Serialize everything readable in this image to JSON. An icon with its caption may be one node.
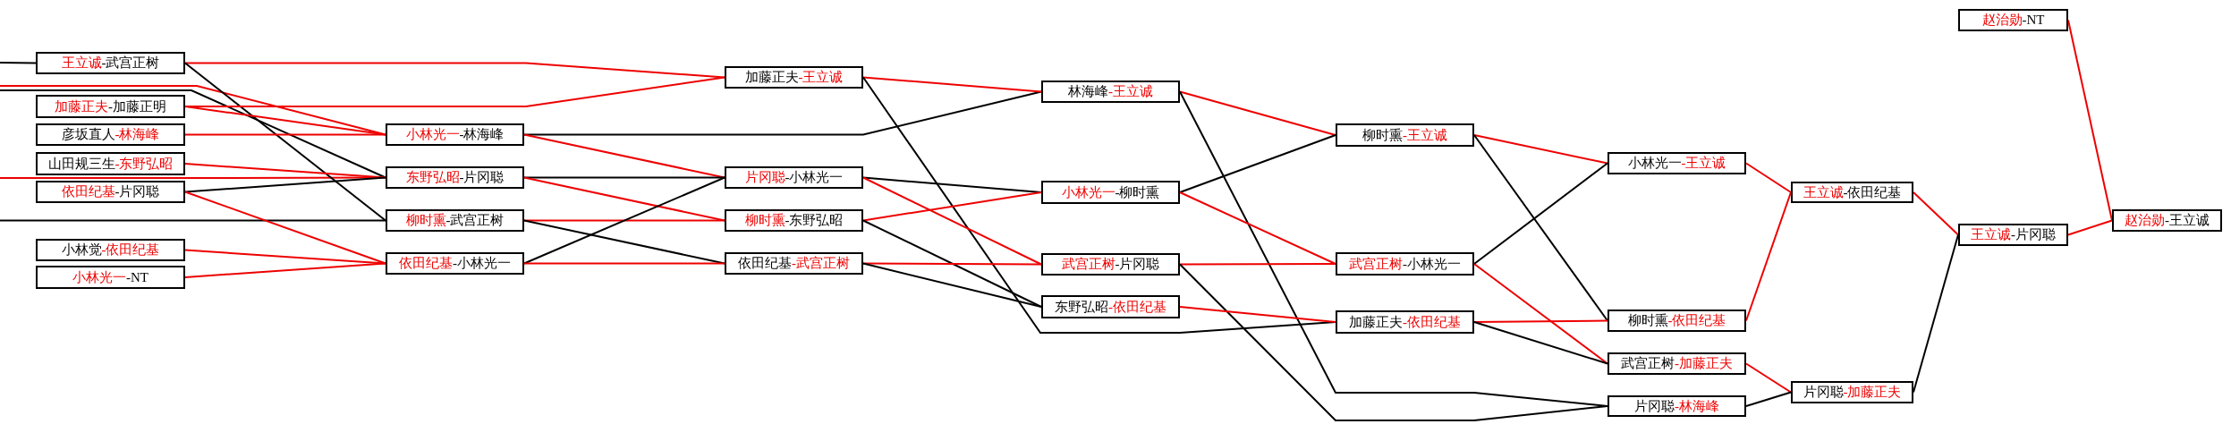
{
  "diagram": {
    "nodes": [
      {
        "text": [
          "王立诚",
          "-武宫正树"
        ]
      },
      {
        "text": [
          "加藤正夫",
          "-加藤正明"
        ]
      },
      {
        "text": [
          "彦坂直人",
          "-林海峰"
        ]
      },
      {
        "text": [
          "山田规三生",
          "-东野弘昭"
        ]
      },
      {
        "text": [
          "依田纪基",
          "-片冈聪"
        ]
      },
      {
        "text": [
          "小林觉",
          "-依田纪基"
        ]
      },
      {
        "text": [
          "小林光一",
          "-NT"
        ]
      },
      {
        "text": [
          "小林光一",
          "-林海峰"
        ]
      },
      {
        "text": [
          "东野弘昭",
          "-片冈聪"
        ]
      },
      {
        "text": [
          "柳时熏",
          "-武宫正树"
        ]
      },
      {
        "text": [
          "依田纪基",
          "-小林光一"
        ]
      },
      {
        "text": [
          "加藤正夫",
          "-王立诚"
        ]
      },
      {
        "text": [
          "片冈聪",
          "-小林光一"
        ]
      },
      {
        "text": [
          "柳时熏",
          "-东野弘昭"
        ]
      },
      {
        "text": [
          "依田纪基",
          "-武宫正树"
        ]
      },
      {
        "text": [
          "林海峰",
          "-王立诚"
        ]
      },
      {
        "text": [
          "小林光一",
          "-柳时熏"
        ]
      },
      {
        "text": [
          "武宫正树",
          "-片冈聪"
        ]
      },
      {
        "text": [
          "东野弘昭",
          "-依田纪基"
        ]
      },
      {
        "text": [
          "柳时熏",
          "-王立诚"
        ]
      },
      {
        "text": [
          "武宫正树",
          "-小林光一"
        ]
      },
      {
        "text": [
          "加藤正夫",
          "-依田纪基"
        ]
      },
      {
        "text": [
          "小林光一",
          "-王立诚"
        ]
      },
      {
        "text": [
          "柳时熏",
          "-依田纪基"
        ]
      },
      {
        "text": [
          "武宫正树",
          "-加藤正夫"
        ]
      },
      {
        "text": [
          "片冈聪",
          "-林海峰"
        ]
      },
      {
        "text": [
          "王立诚",
          "-依田纪基"
        ]
      },
      {
        "text": [
          "片冈聪",
          "-加藤正夫"
        ]
      },
      {
        "text": [
          "赵治勋",
          "-NT"
        ]
      },
      {
        "text": [
          "王立诚",
          "-片冈聪"
        ]
      },
      {
        "text": [
          "赵治勋",
          "-王立诚"
        ]
      }
    ],
    "edges": [
      {
        "from": null,
        "to": 0,
        "arrow": "none",
        "color": "#000000"
      },
      {
        "from": null,
        "to": 7,
        "arrow": "none"
      },
      {
        "from": null,
        "to": 8,
        "arrow": "none",
        "color": "#000000"
      },
      {
        "from": null,
        "to": 8,
        "arrow": "none"
      },
      {
        "from": null,
        "to": 9,
        "arrow": "none",
        "color": "#000000"
      },
      {
        "from": 0,
        "to": 11,
        "arrow": "none"
      },
      {
        "from": 0,
        "to": 9,
        "arrow": "none",
        "color": "#000000"
      },
      {
        "from": 1,
        "to": 11,
        "arrow": "none"
      },
      {
        "from": 1,
        "to": 7,
        "arrow": "none"
      },
      {
        "from": 2,
        "to": 7,
        "arrow": "none"
      },
      {
        "from": 3,
        "to": 8,
        "arrow": "none"
      },
      {
        "from": 4,
        "to": 8,
        "arrow": "none",
        "color": "#000000"
      },
      {
        "from": 4,
        "to": 10,
        "arrow": "none"
      },
      {
        "from": 5,
        "to": 10,
        "arrow": "none"
      },
      {
        "from": 6,
        "to": 10,
        "arrow": "none"
      },
      {
        "from": 7,
        "to": 15,
        "arrow": "none",
        "color": "#000000"
      },
      {
        "from": 7,
        "to": 12,
        "arrow": "none"
      },
      {
        "from": 8,
        "to": 12,
        "arrow": "none",
        "color": "#000000"
      },
      {
        "from": 8,
        "to": 13,
        "arrow": "none"
      },
      {
        "from": 9,
        "to": 13,
        "arrow": "none"
      },
      {
        "from": 9,
        "to": 14,
        "arrow": "none",
        "color": "#000000"
      },
      {
        "from": 10,
        "to": 12,
        "arrow": "none",
        "color": "#000000"
      },
      {
        "from": 10,
        "to": 14,
        "arrow": "none"
      },
      {
        "from": 11,
        "to": 15,
        "arrow": "none"
      },
      {
        "from": 11,
        "to": 21,
        "arrow": "none",
        "color": "#000000"
      },
      {
        "from": 12,
        "to": 16,
        "arrow": "none",
        "color": "#000000"
      },
      {
        "from": 12,
        "to": 17,
        "arrow": "none"
      },
      {
        "from": 13,
        "to": 16,
        "arrow": "none"
      },
      {
        "from": 13,
        "to": 18,
        "arrow": "none",
        "color": "#000000"
      },
      {
        "from": 14,
        "to": 17,
        "arrow": "none"
      },
      {
        "from": 14,
        "to": 18,
        "arrow": "none",
        "color": "#000000"
      },
      {
        "from": 15,
        "to": 19,
        "arrow": "none"
      },
      {
        "from": 15,
        "to": 25,
        "arrow": "none",
        "color": "#000000"
      },
      {
        "from": 16,
        "to": 19,
        "arrow": "none",
        "color": "#000000"
      },
      {
        "from": 16,
        "to": 20,
        "arrow": "none"
      },
      {
        "from": 17,
        "to": 20,
        "arrow": "none"
      },
      {
        "from": 17,
        "to": 25,
        "arrow": "none",
        "color": "#000000"
      },
      {
        "from": 18,
        "to": 21,
        "arrow": "none"
      },
      {
        "from": 19,
        "to": 22,
        "arrow": "none"
      },
      {
        "from": 19,
        "to": 23,
        "arrow": "none",
        "color": "#000000"
      },
      {
        "from": 20,
        "to": 22,
        "arrow": "none",
        "color": "#000000"
      },
      {
        "from": 20,
        "to": 24,
        "arrow": "none"
      },
      {
        "from": 21,
        "to": 23,
        "arrow": "none"
      },
      {
        "from": 21,
        "to": 24,
        "arrow": "none",
        "color": "#000000"
      },
      {
        "from": 22,
        "to": 26,
        "arrow": "none"
      },
      {
        "from": 23,
        "to": 26,
        "arrow": "none"
      },
      {
        "from": 24,
        "to": 27,
        "arrow": "none"
      },
      {
        "from": 25,
        "to": 27,
        "arrow": "none",
        "color": "#000000"
      },
      {
        "from": 26,
        "to": 29,
        "arrow": "none"
      },
      {
        "from": 27,
        "to": 29,
        "arrow": "none",
        "color": "#000000"
      },
      {
        "from": 28,
        "to": 30,
        "arrow": "none"
      },
      {
        "from": 29,
        "to": 30,
        "arrow": "none"
      }
    ]
  }
}
